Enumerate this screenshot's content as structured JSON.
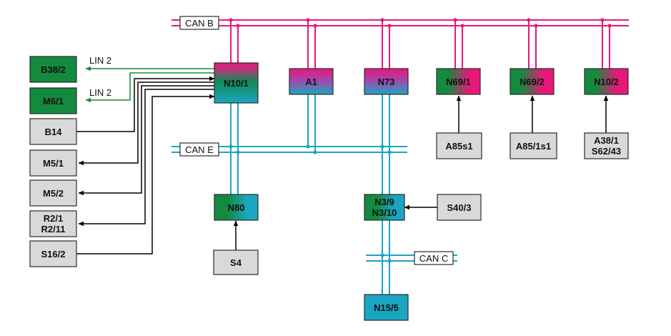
{
  "colors": {
    "can_b": "#e8177a",
    "can_e": "#1aa6c0",
    "can_c": "#1aa6c0",
    "lin": "#1f8a3c",
    "wire": "#000000",
    "box_grey": "#d9d9d9",
    "box_green": "#138a3e"
  },
  "buses": {
    "can_b": "CAN B",
    "can_e": "CAN E",
    "can_c": "CAN C"
  },
  "lin": {
    "upper": "LIN 2",
    "lower": "LIN 2"
  },
  "nodes": {
    "b38_2": "B38/2",
    "m6_1": "M6/1",
    "b14": "B14",
    "m5_1": "M5/1",
    "m5_2": "M5/2",
    "r2_1": "R2/1",
    "r2_11": "R2/11",
    "s16_2": "S16/2",
    "n10_1": "N10/1",
    "a1": "A1",
    "n73": "N73",
    "n69_1": "N69/1",
    "n69_2": "N69/2",
    "n10_2": "N10/2",
    "a85s1": "A85s1",
    "a85_1s1": "A85/1s1",
    "a38_1": "A38/1",
    "s62_43": "S62/43",
    "n80": "N80",
    "s4": "S4",
    "n3_9": "N3/9",
    "n3_10": "N3/10",
    "s40_3": "S40/3",
    "n15_5": "N15/5"
  }
}
